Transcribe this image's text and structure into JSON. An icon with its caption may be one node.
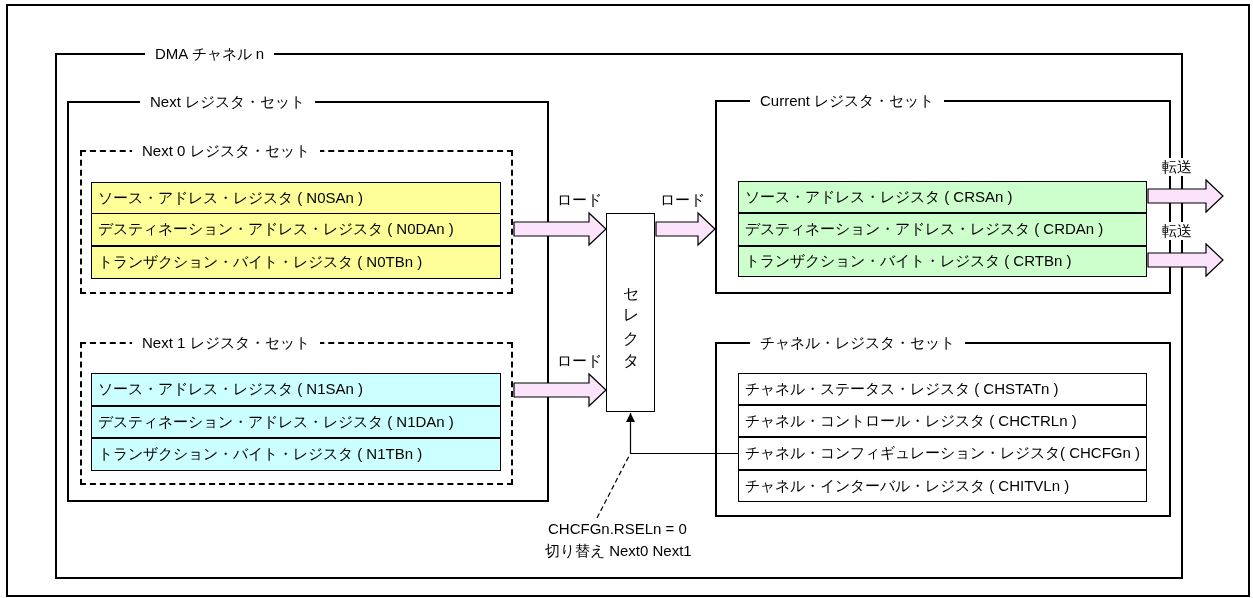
{
  "diagram": {
    "nodes": [
      {
        "text": [
          "DMA チャネル n"
        ]
      },
      {
        "text": [
          "Next レジスタ・セット"
        ],
        "in": 0
      },
      {
        "text": [
          "Next 0 レジスタ・セット"
        ],
        "in": 1
      },
      {
        "text": [
          "ソース・アドレス・レジスタ ( N0SAn )"
        ],
        "in": 2
      },
      {
        "text": [
          "デスティネーション・アドレス・レジスタ ( N0DAn )"
        ],
        "in": 2
      },
      {
        "text": [
          "トランザクション・バイト・レジスタ ( N0TBn )"
        ],
        "in": 2
      },
      {
        "text": [
          "Next 1 レジスタ・セット"
        ],
        "in": 1
      },
      {
        "text": [
          "ソース・アドレス・レジスタ ( N1SAn )"
        ],
        "in": 6
      },
      {
        "text": [
          "デスティネーション・アドレス・レジスタ ( N1DAn )"
        ],
        "in": 6
      },
      {
        "text": [
          "トランザクション・バイト・レジスタ ( N1TBn )"
        ],
        "in": 6
      },
      {
        "text": [
          "セレクタ"
        ],
        "in": 0
      },
      {
        "text": [
          "Current レジスタ・セット"
        ],
        "in": 0
      },
      {
        "text": [
          "ソース・アドレス・レジスタ ( CRSAn )"
        ],
        "in": 11
      },
      {
        "text": [
          "デスティネーション・アドレス・レジスタ ( CRDAn )"
        ],
        "in": 11
      },
      {
        "text": [
          "トランザクション・バイト・レジスタ ( CRTBn )"
        ],
        "in": 11
      },
      {
        "text": [
          "チャネル・レジスタ・セット"
        ],
        "in": 0
      },
      {
        "text": [
          "チャネル・ステータス・レジスタ ( CHSTATn )"
        ],
        "in": 15
      },
      {
        "text": [
          "チャネル・コントロール・レジスタ ( CHCTRLn )"
        ],
        "in": 15
      },
      {
        "text": [
          "チャネル・コンフィギュレーション・レジスタ( CHCFGn )"
        ],
        "in": 15
      },
      {
        "text": [
          "チャネル・インターバル・レジスタ ( CHITVLn )"
        ],
        "in": 15
      },
      {
        "text": [
          "CHCFGn.RSELn = 0",
          "切り替え Next0 Next1"
        ],
        "in": 0
      }
    ],
    "edges": [
      {
        "from": 2,
        "to": 10,
        "arrow": "to",
        "label": "ロード"
      },
      {
        "from": 6,
        "to": 10,
        "arrow": "to",
        "label": "ロード"
      },
      {
        "from": 10,
        "to": 11,
        "arrow": "to",
        "label": "ロード"
      },
      {
        "from": 12,
        "to": null,
        "arrow": "to",
        "label": "転送"
      },
      {
        "from": 14,
        "to": null,
        "arrow": "to",
        "label": "転送"
      },
      {
        "from": 18,
        "to": 10,
        "arrow": "to"
      },
      {
        "from": 20,
        "to": null,
        "arrow": "none",
        "style": "dashed"
      }
    ]
  }
}
